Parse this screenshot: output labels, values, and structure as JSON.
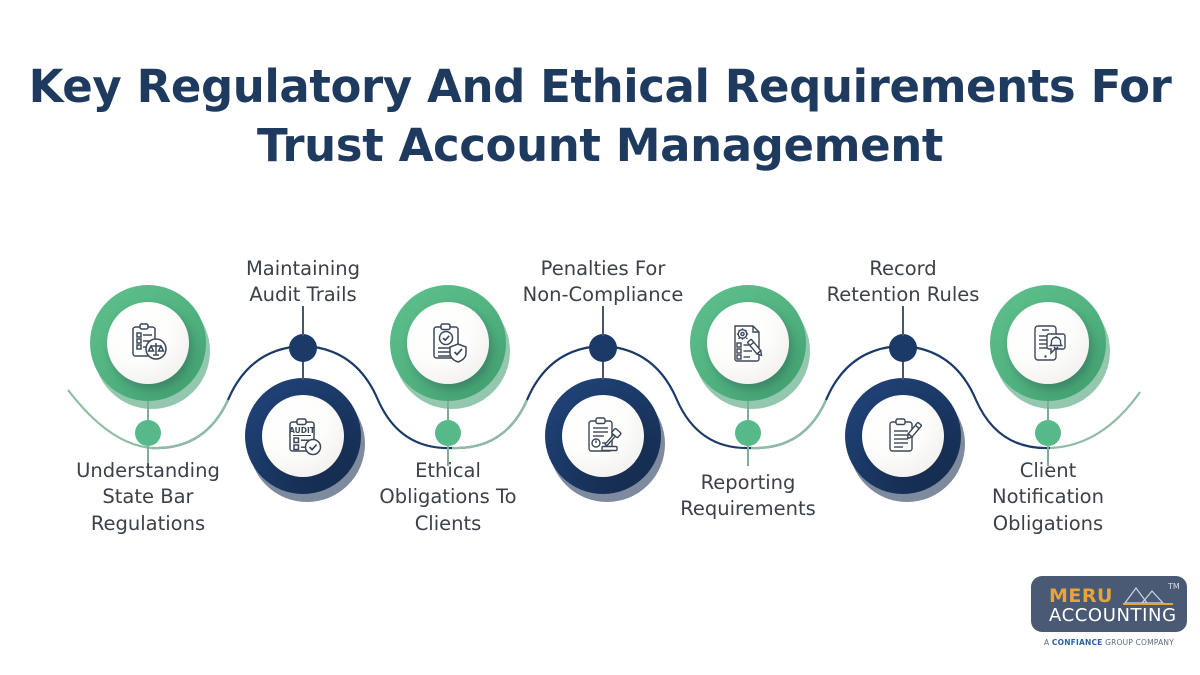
{
  "title": {
    "line1": "Key Regulatory And Ethical Requirements For",
    "line2": "Trust Account Management",
    "color": "#1f3a5f"
  },
  "theme": {
    "green": "#54b583",
    "green_dot": "#57b98a",
    "navy": "#1b3a68",
    "navy_dark": "#15294a",
    "label_color": "#3b4149",
    "background": "#ffffff"
  },
  "steps": [
    {
      "index": 1,
      "label": "Understanding\nState Bar\nRegulations",
      "icon": "clipboard-scales-icon",
      "color": "green",
      "position": "upper"
    },
    {
      "index": 2,
      "label": "Maintaining\nAudit Trails",
      "icon": "audit-clipboard-check-icon",
      "color": "navy",
      "position": "lower"
    },
    {
      "index": 3,
      "label": "Ethical\nObligations To\nClients",
      "icon": "clipboard-check-shield-icon",
      "color": "green",
      "position": "upper"
    },
    {
      "index": 4,
      "label": "Penalties For\nNon-Compliance",
      "icon": "clipboard-gavel-icon",
      "color": "navy",
      "position": "lower"
    },
    {
      "index": 5,
      "label": "Reporting\nRequirements",
      "icon": "document-gear-pencil-icon",
      "color": "green",
      "position": "upper"
    },
    {
      "index": 6,
      "label": "Record\nRetention Rules",
      "icon": "clipboard-pencil-icon",
      "color": "navy",
      "position": "lower"
    },
    {
      "index": 7,
      "label": "Client\nNotification\nObligations",
      "icon": "phone-bell-notification-icon",
      "color": "green",
      "position": "upper"
    }
  ],
  "logo": {
    "brand_primary": "MERU",
    "brand_secondary": "ACCOUNTING",
    "trademark": "TM",
    "tagline_prefix": "A ",
    "tagline_highlight": "CONFIANCE",
    "tagline_suffix": " GROUP COMPANY",
    "box_color": "#4a5a74",
    "accent_color": "#e8a33d"
  }
}
